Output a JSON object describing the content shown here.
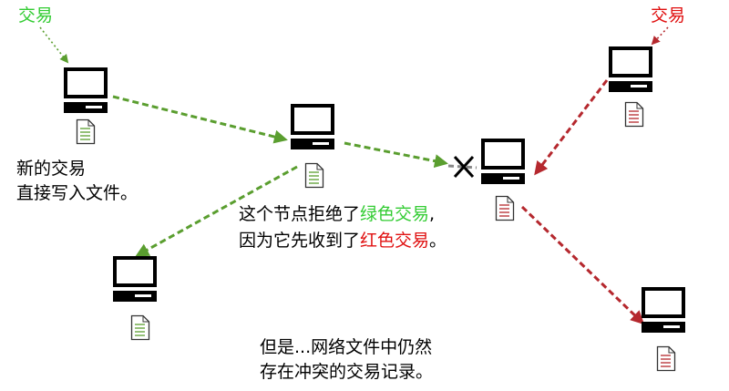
{
  "labels": {
    "green_tx": "交易",
    "red_tx": "交易",
    "new_tx_line1": "新的交易",
    "new_tx_line2": "直接写入文件。",
    "node_note_prefix": "这个节点拒绝了",
    "node_note_green": "绿色交易",
    "node_note_comma": ",",
    "node_note_line2_prefix": "因为它先收到了",
    "node_note_red": "红色交易",
    "node_note_period": "。",
    "bottom_line1": "但是...网络文件中仍然",
    "bottom_line2": "存在冲突的交易记录。"
  },
  "colors": {
    "green_path": "#5a9e2f",
    "red_path": "#b5282e",
    "green_text": "#33cc33",
    "red_text": "#e01010",
    "rejected_mark": "#000000"
  },
  "nodes": [
    {
      "id": "node-left-top",
      "file_lines": "green"
    },
    {
      "id": "node-center",
      "file_lines": "green"
    },
    {
      "id": "node-left-bottom",
      "file_lines": "green"
    },
    {
      "id": "node-rejecting",
      "file_lines": "red"
    },
    {
      "id": "node-right-top",
      "file_lines": "red"
    },
    {
      "id": "node-right-bottom",
      "file_lines": "red"
    }
  ]
}
